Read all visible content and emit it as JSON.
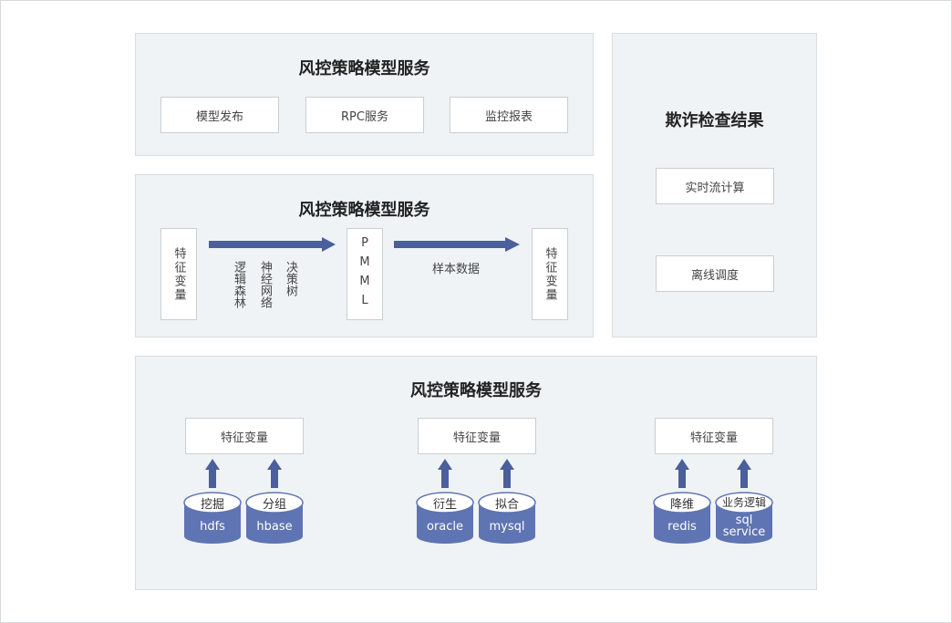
{
  "colors": {
    "arrow": "#4a5f9c",
    "cylinder": "#5f74b3",
    "panel": "#f0f3f5"
  },
  "top_panel": {
    "title": "风控策略模型服务",
    "boxes": [
      "模型发布",
      "RPC服务",
      "监控报表"
    ]
  },
  "middle_panel": {
    "title": "风控策略模型服务",
    "input_box": "特征变量",
    "algorithms": [
      "逻辑森林",
      "神经网络",
      "决策树"
    ],
    "pmml_box": "PMML",
    "arrow_label": "样本数据",
    "output_box": "特征变量"
  },
  "right_panel": {
    "title": "欺诈检查结果",
    "boxes": [
      "实时流计算",
      "离线调度"
    ]
  },
  "bottom_panel": {
    "title": "风控策略模型服务",
    "groups": [
      {
        "box": "特征变量",
        "cylinders": [
          {
            "top": "挖掘",
            "name": "hdfs"
          },
          {
            "top": "分组",
            "name": "hbase"
          }
        ]
      },
      {
        "box": "特征变量",
        "cylinders": [
          {
            "top": "衍生",
            "name": "oracle"
          },
          {
            "top": "拟合",
            "name": "mysql"
          }
        ]
      },
      {
        "box": "特征变量",
        "cylinders": [
          {
            "top": "降维",
            "name": "redis"
          },
          {
            "top": "业务逻辑",
            "name": "sql service"
          }
        ]
      }
    ]
  }
}
